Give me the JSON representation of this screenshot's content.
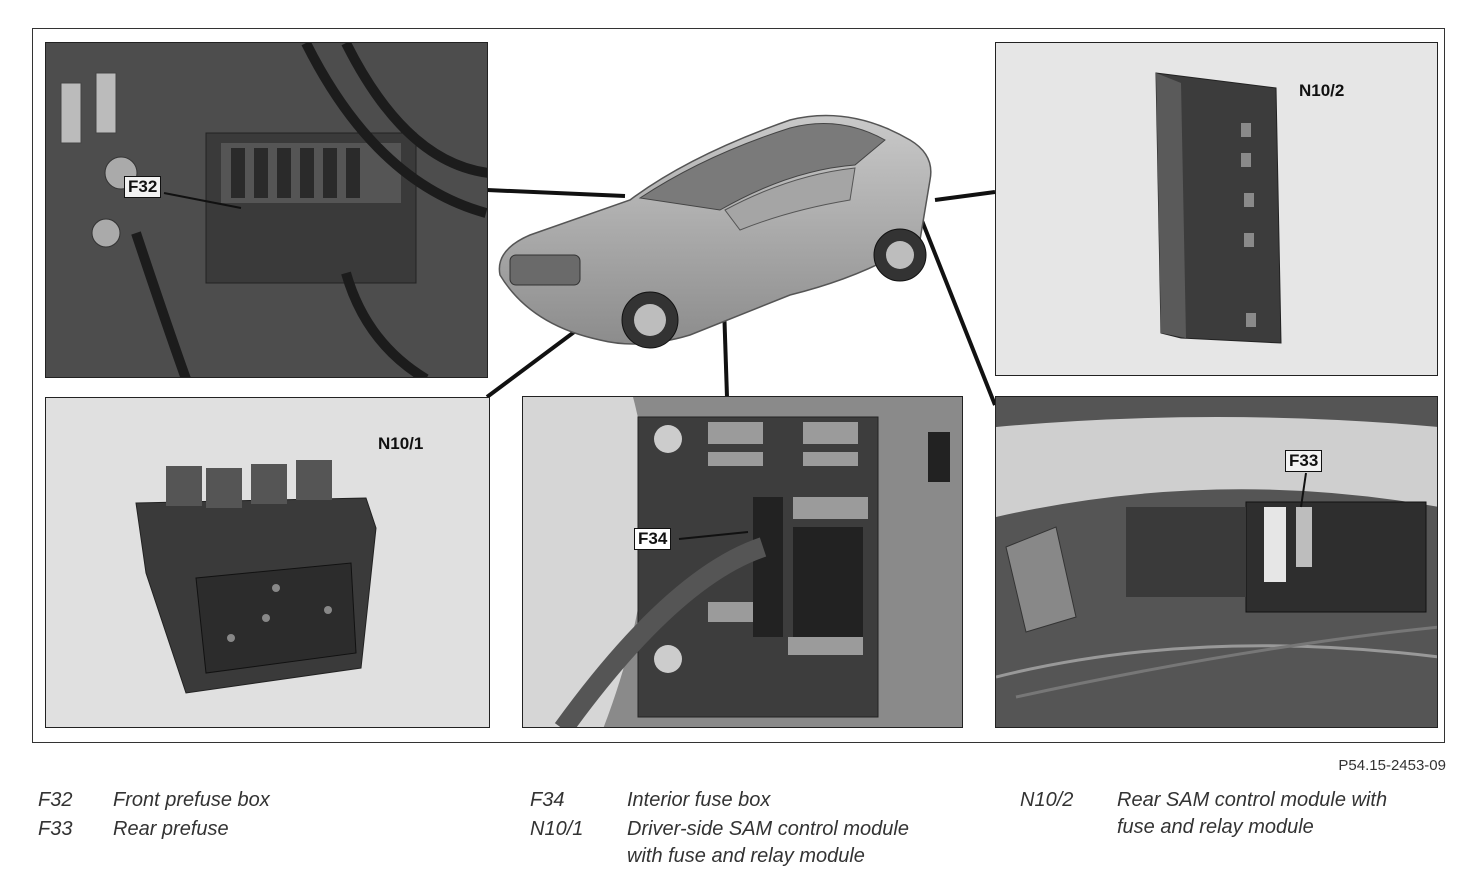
{
  "callouts": {
    "f32": "F32",
    "f33": "F33",
    "f34": "F34",
    "n10_1": "N10/1",
    "n10_2": "N10/2"
  },
  "figure_ref": "P54.15-2453-09",
  "legend": [
    {
      "code": "F32",
      "desc": "Front prefuse box"
    },
    {
      "code": "F33",
      "desc": "Rear prefuse"
    },
    {
      "code": "F34",
      "desc": "Interior fuse box"
    },
    {
      "code": "N10/1",
      "desc_line1": "Driver-side SAM control module",
      "desc_line2": "with fuse and relay module"
    },
    {
      "code": "N10/2",
      "desc_line1": "Rear SAM control module with",
      "desc_line2": "fuse and relay module"
    }
  ]
}
